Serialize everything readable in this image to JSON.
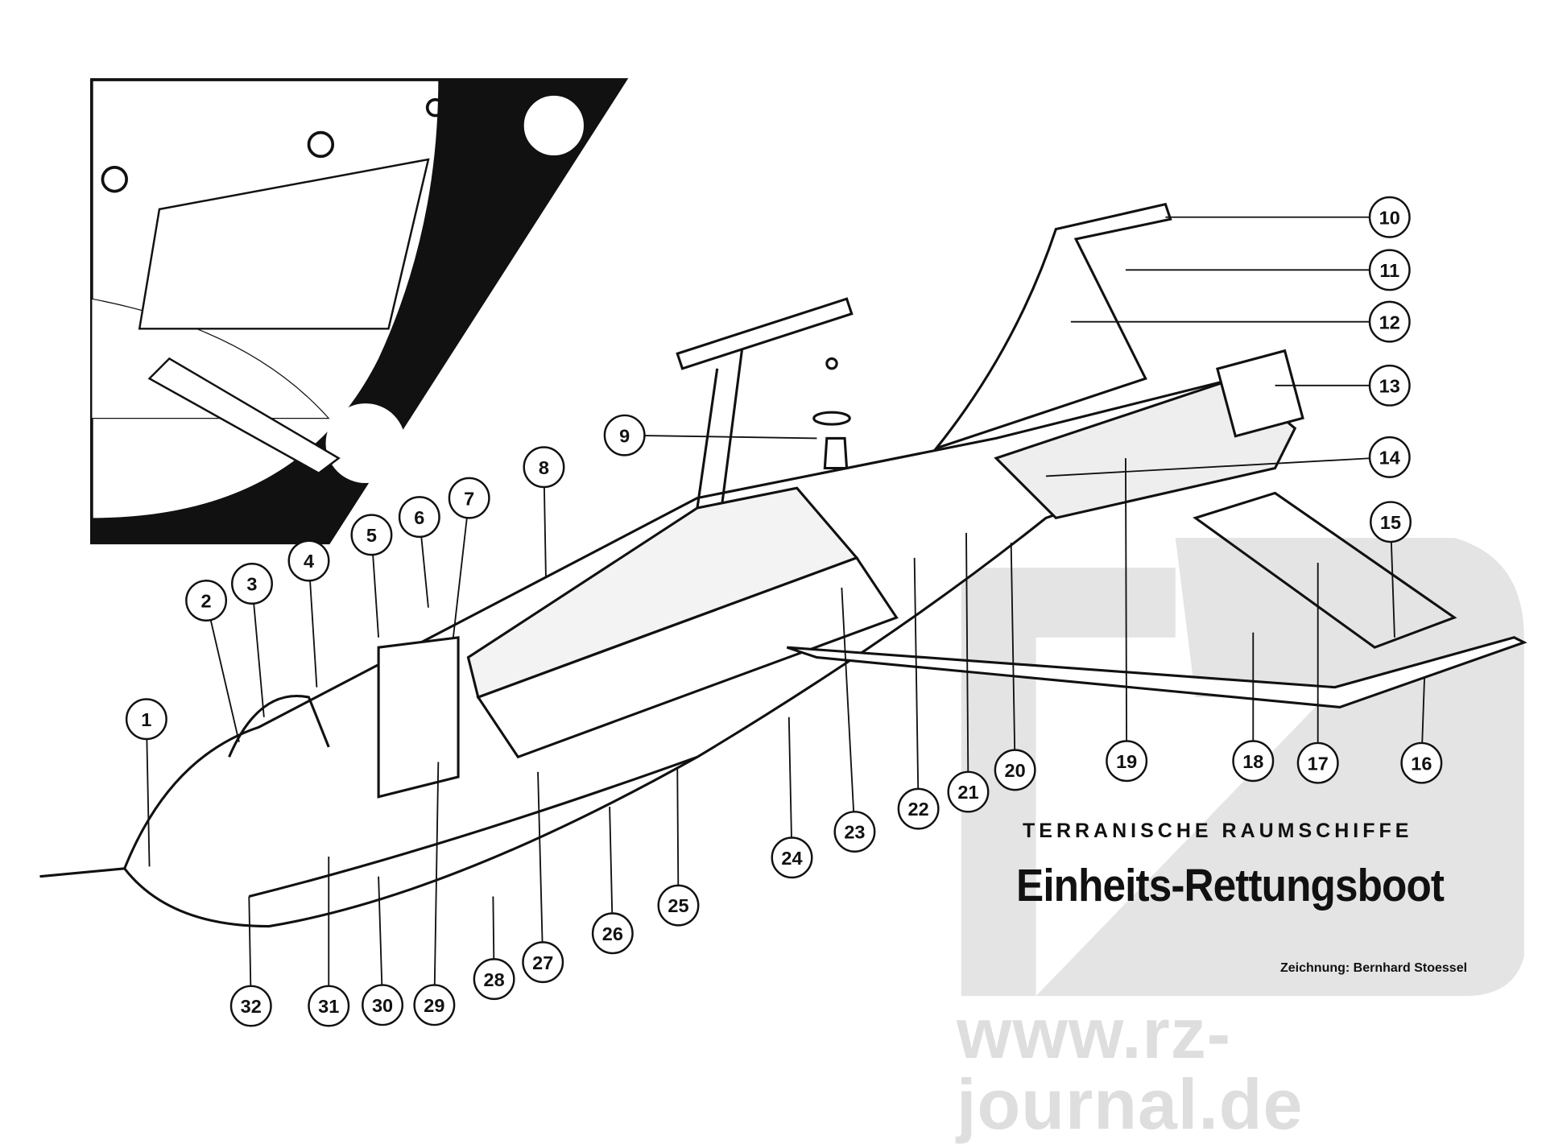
{
  "series_title": "TERRANISCHE RAUMSCHIFFE",
  "title": "Einheits-Rettungsboot",
  "credit": "Zeichnung: Bernhard Stoessel",
  "watermark": "www.rz-journal.de",
  "callouts": [
    "1",
    "2",
    "3",
    "4",
    "5",
    "6",
    "7",
    "8",
    "9",
    "10",
    "11",
    "12",
    "13",
    "14",
    "15",
    "16",
    "17",
    "18",
    "19",
    "20",
    "21",
    "22",
    "23",
    "24",
    "25",
    "26",
    "27",
    "28",
    "29",
    "30",
    "31",
    "32"
  ],
  "colors": {
    "ink": "#111111",
    "watermark": "#dedede"
  }
}
